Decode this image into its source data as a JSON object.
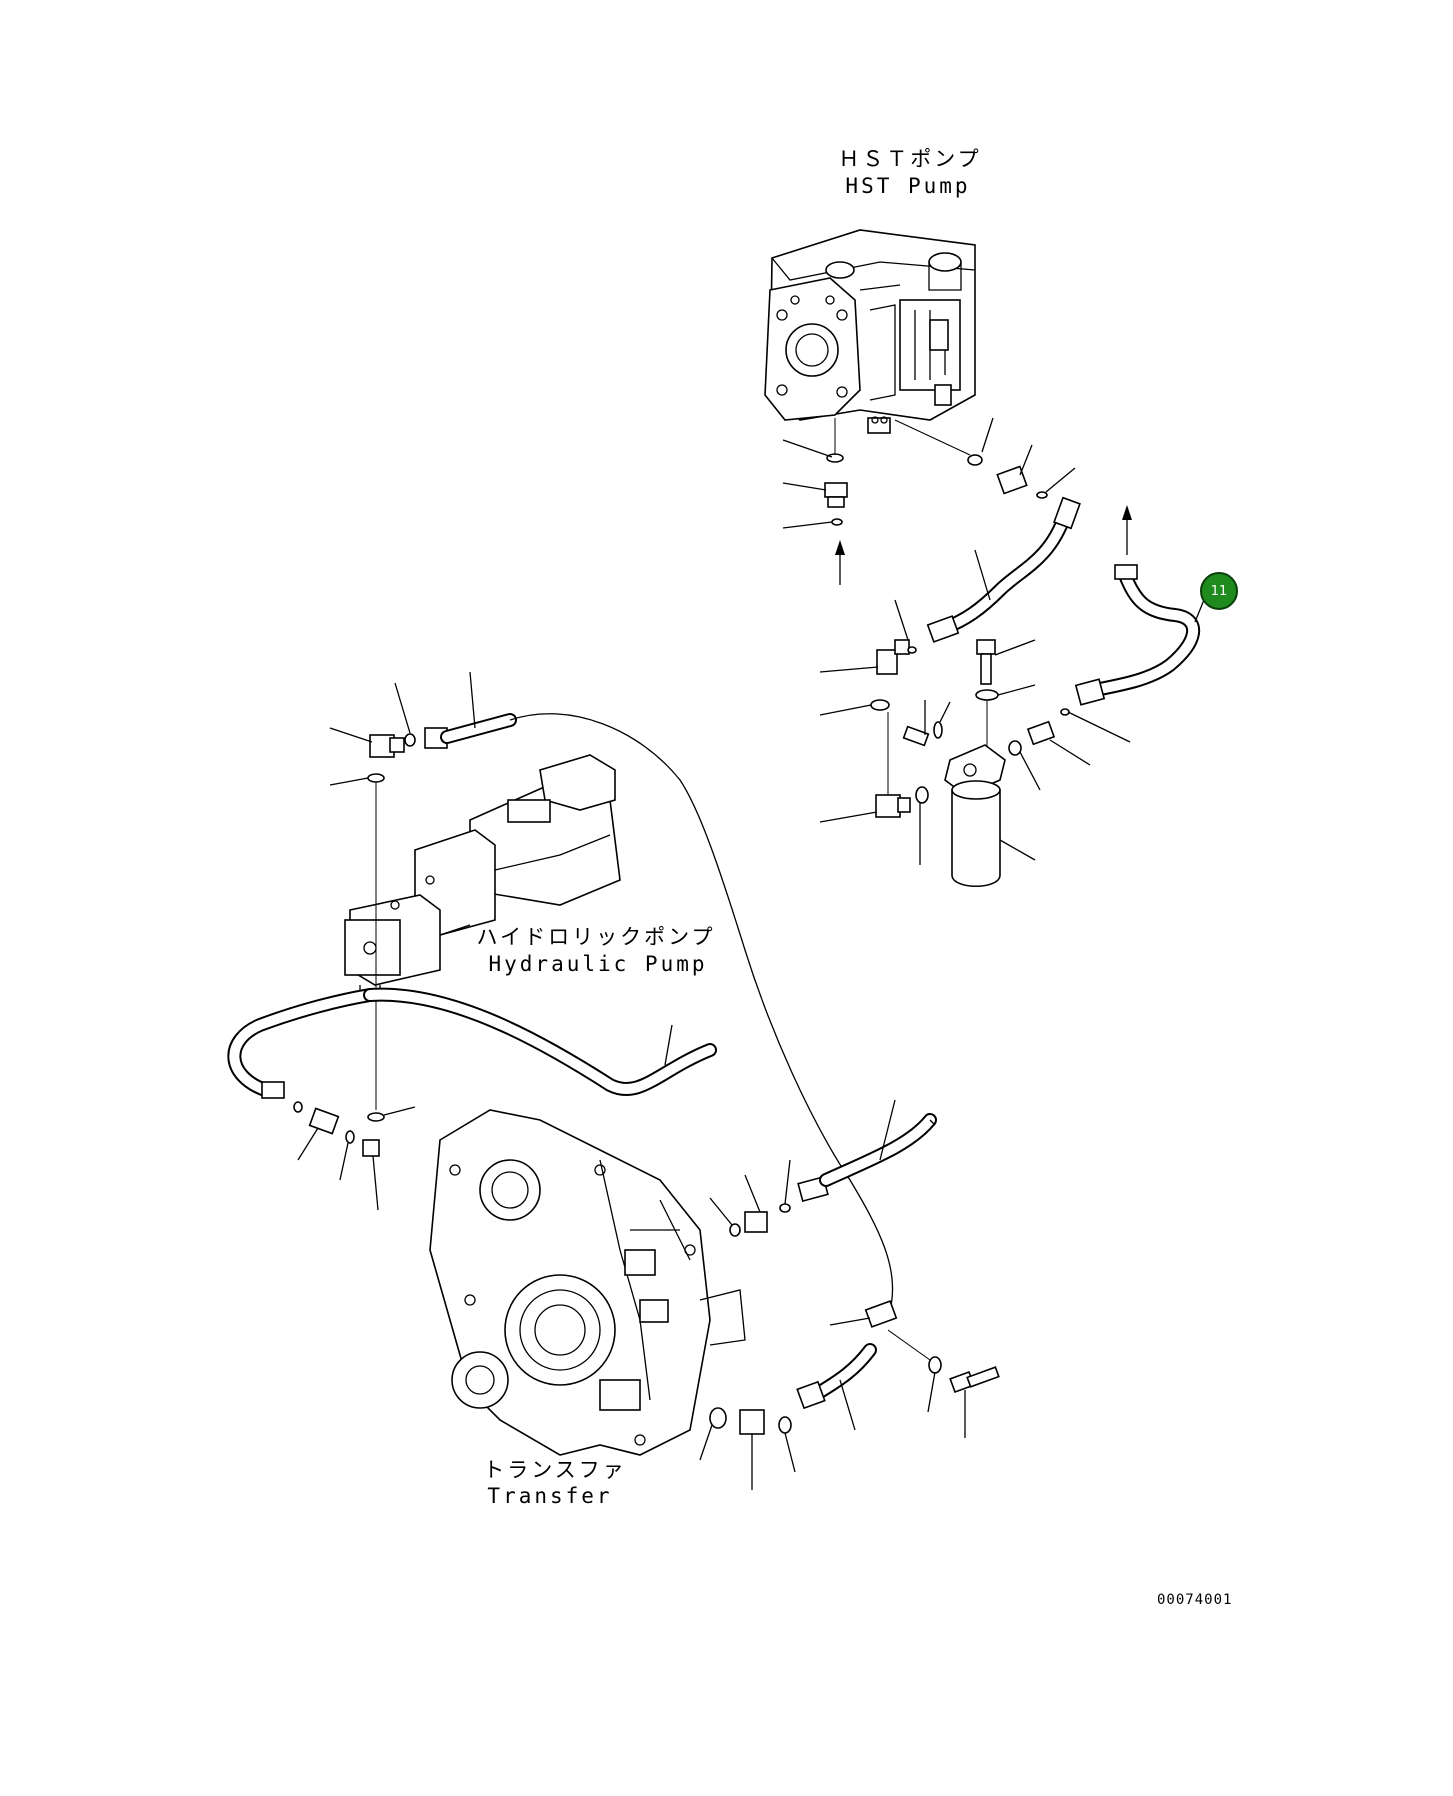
{
  "labels": {
    "hst_pump_jp": "ＨＳＴポンプ",
    "hst_pump_en": "HST Pump",
    "hydraulic_pump_jp": "ハイドロリックポンプ",
    "hydraulic_pump_en": "Hydraulic Pump",
    "transfer_jp": "トランスファ",
    "transfer_en": "Transfer"
  },
  "callout": {
    "number": "11",
    "color": "#1f8b1f"
  },
  "document_number": "00074001"
}
